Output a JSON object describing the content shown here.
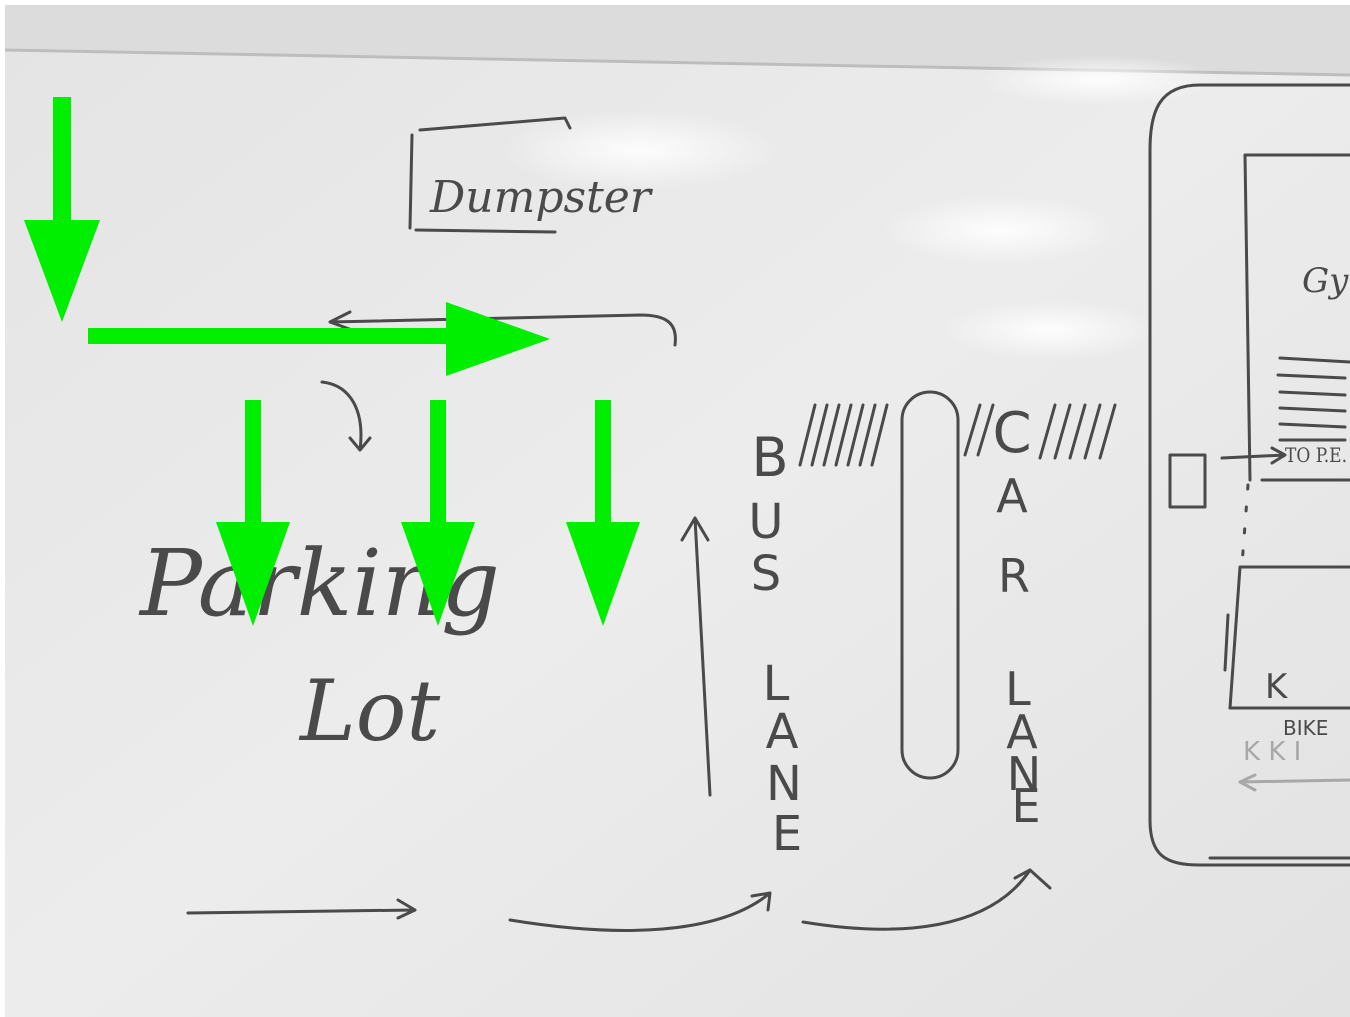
{
  "labels": {
    "dumpster": "Dumpster",
    "parking": "Parking",
    "lot": "Lot",
    "bus_letters": [
      "B",
      "U",
      "S"
    ],
    "bus_lane_letters": [
      "L",
      "A",
      "N",
      "E"
    ],
    "car_letters": [
      "C",
      "A",
      "R"
    ],
    "car_lane_letters": [
      "L",
      "A",
      "N",
      "E"
    ],
    "gym": "Gym",
    "to_pe": "TO P.E.",
    "k": "K",
    "bike": "BIKE",
    "bottom_k": "K K I"
  },
  "colors": {
    "board": "#e6e6e6",
    "marker": "#4a4a4a",
    "overlay_arrow": "#00ee00"
  }
}
